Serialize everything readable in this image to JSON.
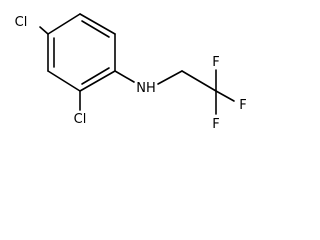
{
  "molecule": {
    "atoms": {
      "cl_top": "Cl",
      "cl_ortho": "Cl",
      "nh": "NH",
      "f_top": "F",
      "f_right": "F",
      "f_bottom": "F"
    }
  }
}
